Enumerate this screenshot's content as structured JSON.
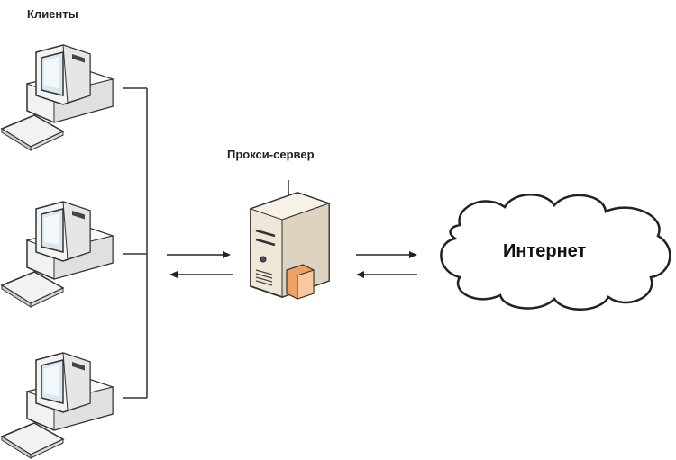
{
  "title": "Клиенты",
  "proxy": {
    "label": "Прокси-сервер"
  },
  "internet": {
    "label": "Интернет"
  },
  "clients": [
    {
      "icon": "computer-icon"
    },
    {
      "icon": "computer-icon"
    },
    {
      "icon": "computer-icon"
    }
  ],
  "colors": {
    "line": "#333333",
    "server": "#efe8d8",
    "firewall": "#f0a060"
  }
}
